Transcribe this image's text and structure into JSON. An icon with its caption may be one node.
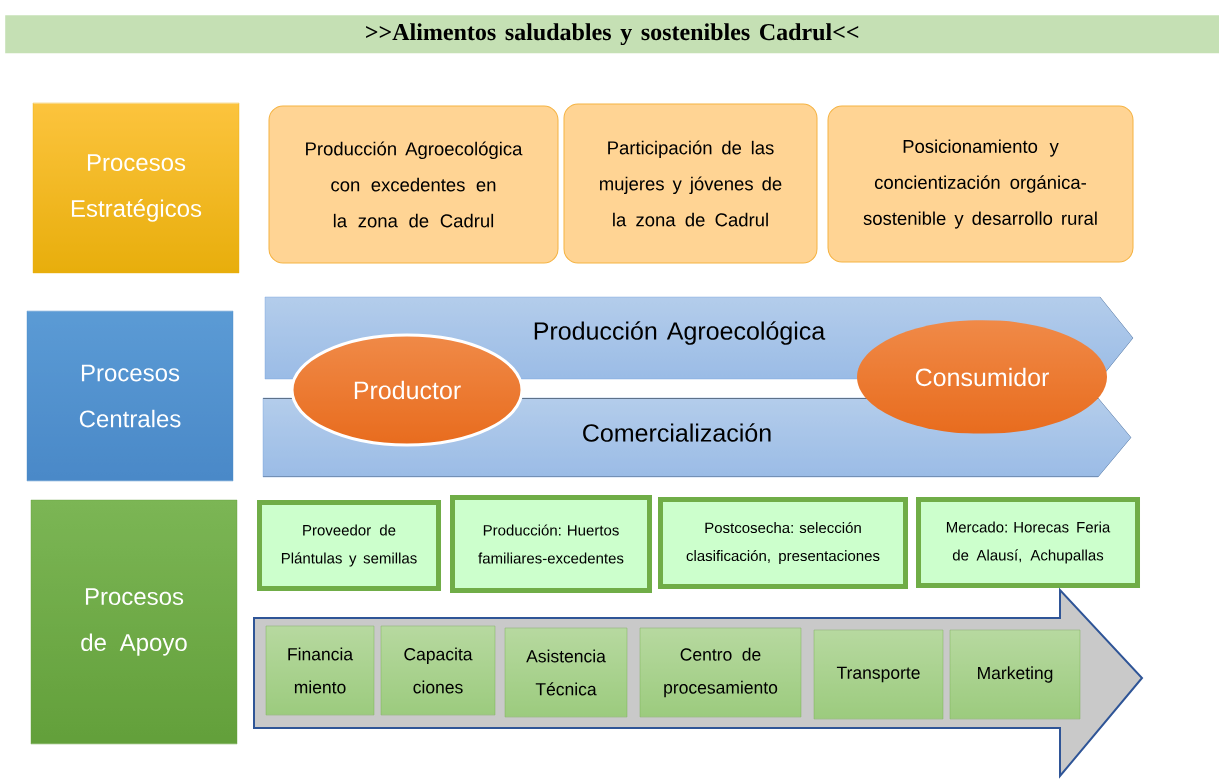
{
  "diagram": {
    "title": ">>Alimentos saludables y sostenibles Cadrul<<",
    "nodes": [
      {
        "text": [
          "Procesos Estratégicos"
        ]
      },
      {
        "text": [
          "Producción Agroecológica con excedentes en la zona de Cadrul"
        ]
      },
      {
        "text": [
          "Participación de las mujeres y jóvenes de la zona de Cadrul"
        ]
      },
      {
        "text": [
          "Posicionamiento y concientización orgánica-sostenible y desarrollo rural"
        ]
      },
      {
        "text": [
          "Procesos Centrales"
        ]
      },
      {
        "text": [
          "Producción Agroecológica"
        ]
      },
      {
        "text": [
          "Productor"
        ]
      },
      {
        "text": [
          "Consumidor"
        ]
      },
      {
        "text": [
          "Comercialización"
        ]
      },
      {
        "text": [
          "Procesos de Apoyo"
        ]
      },
      {
        "text": [
          "Proveedor de Plántulas y semillas"
        ]
      },
      {
        "text": [
          "Producción: Huertos familiares-excedentes"
        ]
      },
      {
        "text": [
          "Postcosecha: selección clasificación, presentaciones"
        ]
      },
      {
        "text": [
          "Mercado:  Horecas Feria de Alausí, Achupallas"
        ]
      },
      {
        "text": [],
        "shape": "arrow"
      },
      {
        "text": [
          "Financia miento"
        ],
        "in": 14
      },
      {
        "text": [
          "Capacita ciones"
        ],
        "in": 14
      },
      {
        "text": [
          "Asistencia Técnica"
        ],
        "in": 14
      },
      {
        "text": [
          "Centro de procesamiento"
        ],
        "in": 14
      },
      {
        "text": [
          "Transporte"
        ],
        "in": 14
      },
      {
        "text": [
          "Marketing"
        ],
        "in": 14
      }
    ]
  }
}
